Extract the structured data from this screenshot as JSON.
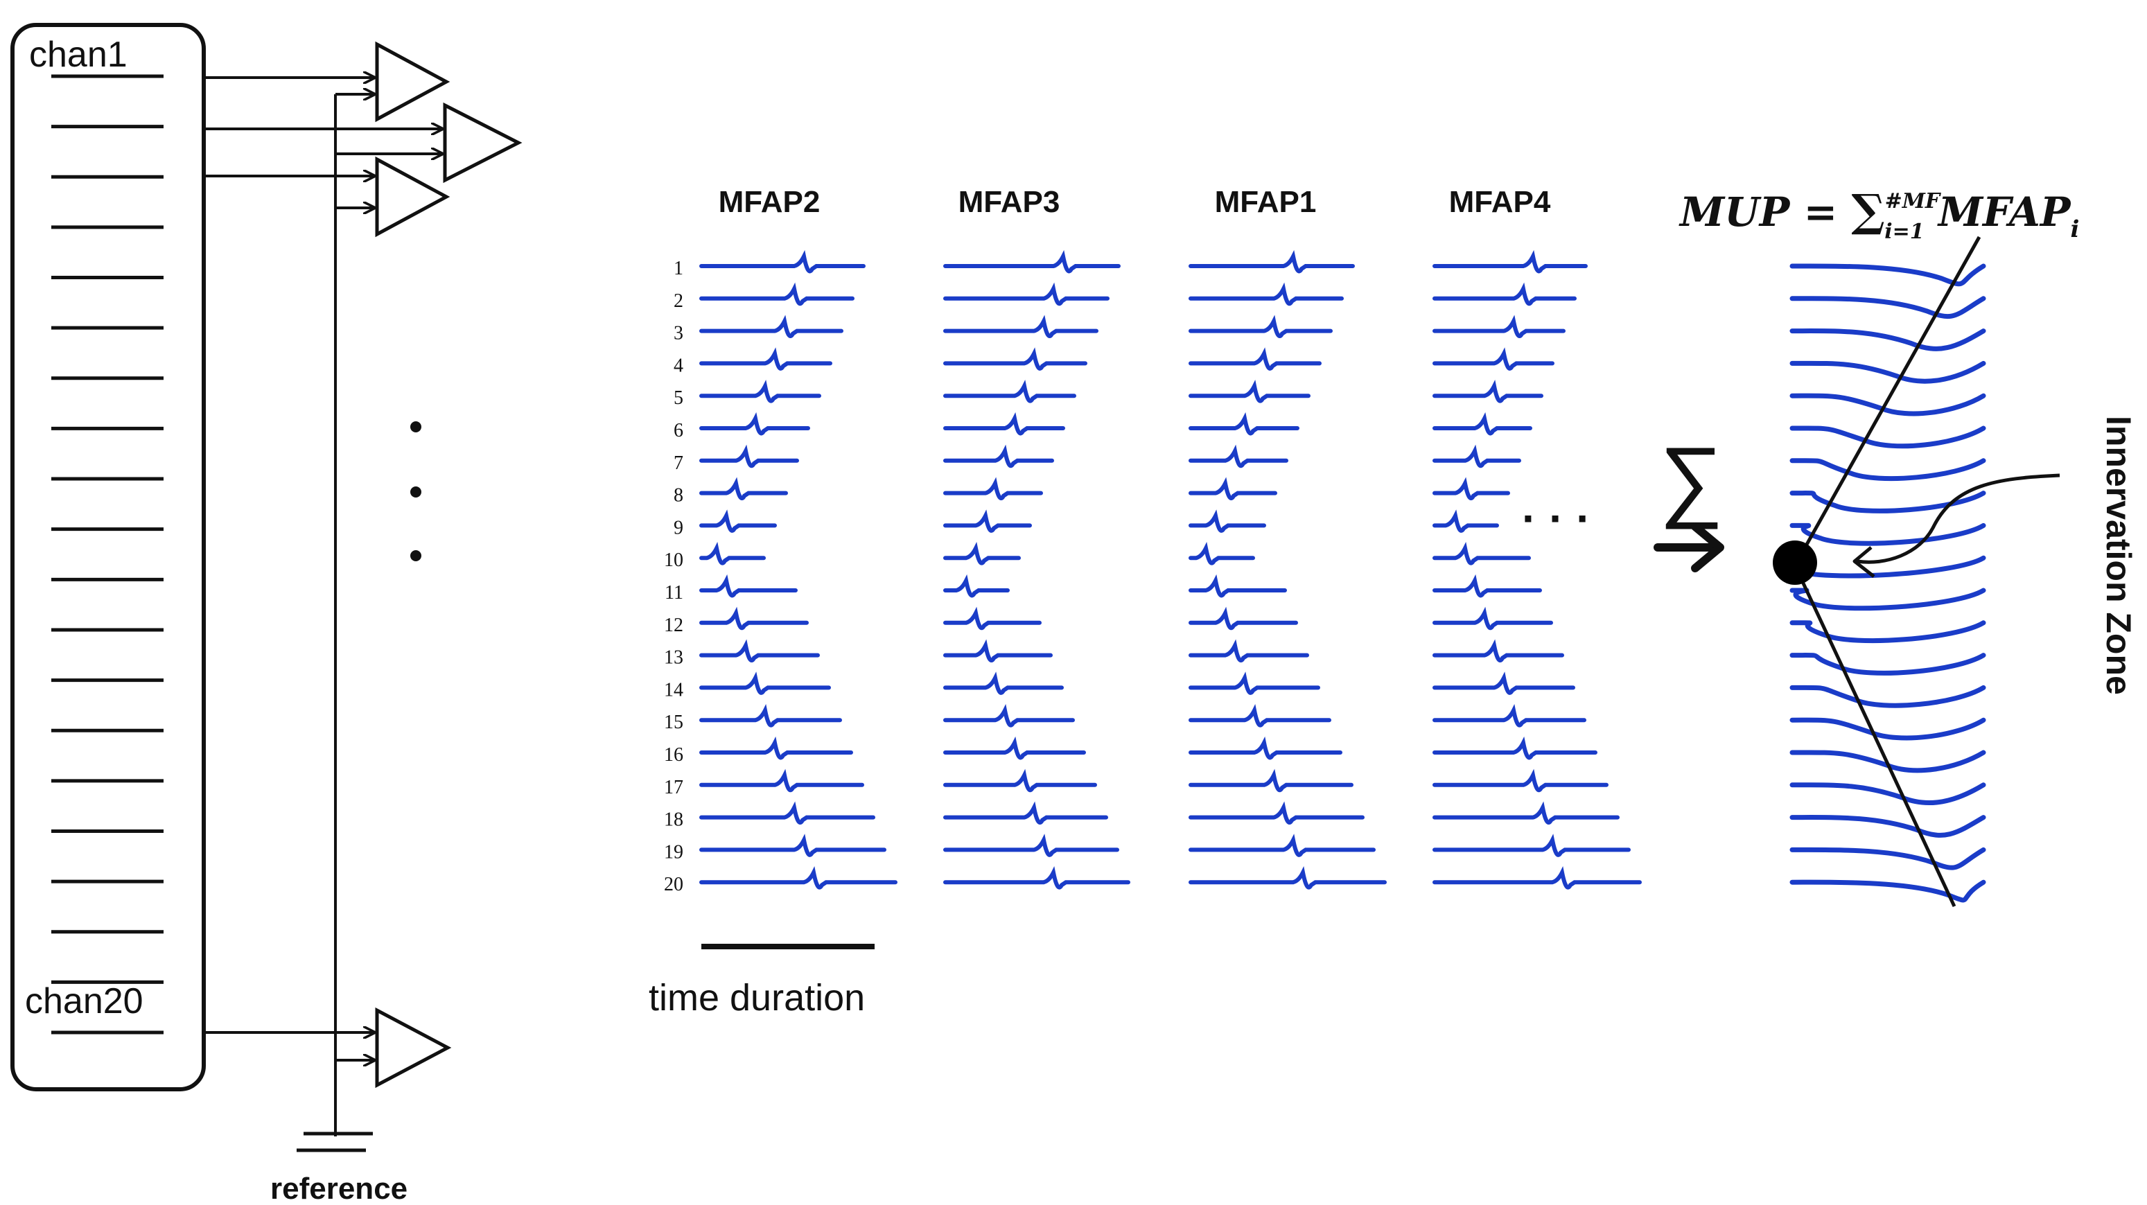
{
  "electrode": {
    "top_channel_label": "chan1",
    "bottom_channel_label": "chan20",
    "channel_count": 20
  },
  "reference_label": "reference",
  "columns": [
    {
      "title": "MFAP2",
      "innervation_row": 10
    },
    {
      "title": "MFAP3",
      "innervation_row": 11
    },
    {
      "title": "MFAP1",
      "innervation_row": 10
    },
    {
      "title": "MFAP4",
      "innervation_row": 9
    }
  ],
  "row_numbers": [
    "1",
    "2",
    "3",
    "4",
    "5",
    "6",
    "7",
    "8",
    "9",
    "10",
    "11",
    "12",
    "13",
    "14",
    "15",
    "16",
    "17",
    "18",
    "19",
    "20"
  ],
  "time_duration_label": "time duration",
  "formula": {
    "lhs": "MUP = ",
    "sum_symbol": "∑",
    "upper": "#MF",
    "lower": "i=1",
    "term": " MFAP",
    "subscript": "i"
  },
  "sum_symbol": "∑",
  "ellipsis": "· · ·",
  "innervation_zone_label": "Innervation Zone",
  "colors": {
    "signal": "#1a3cc8",
    "line": "#111111"
  }
}
